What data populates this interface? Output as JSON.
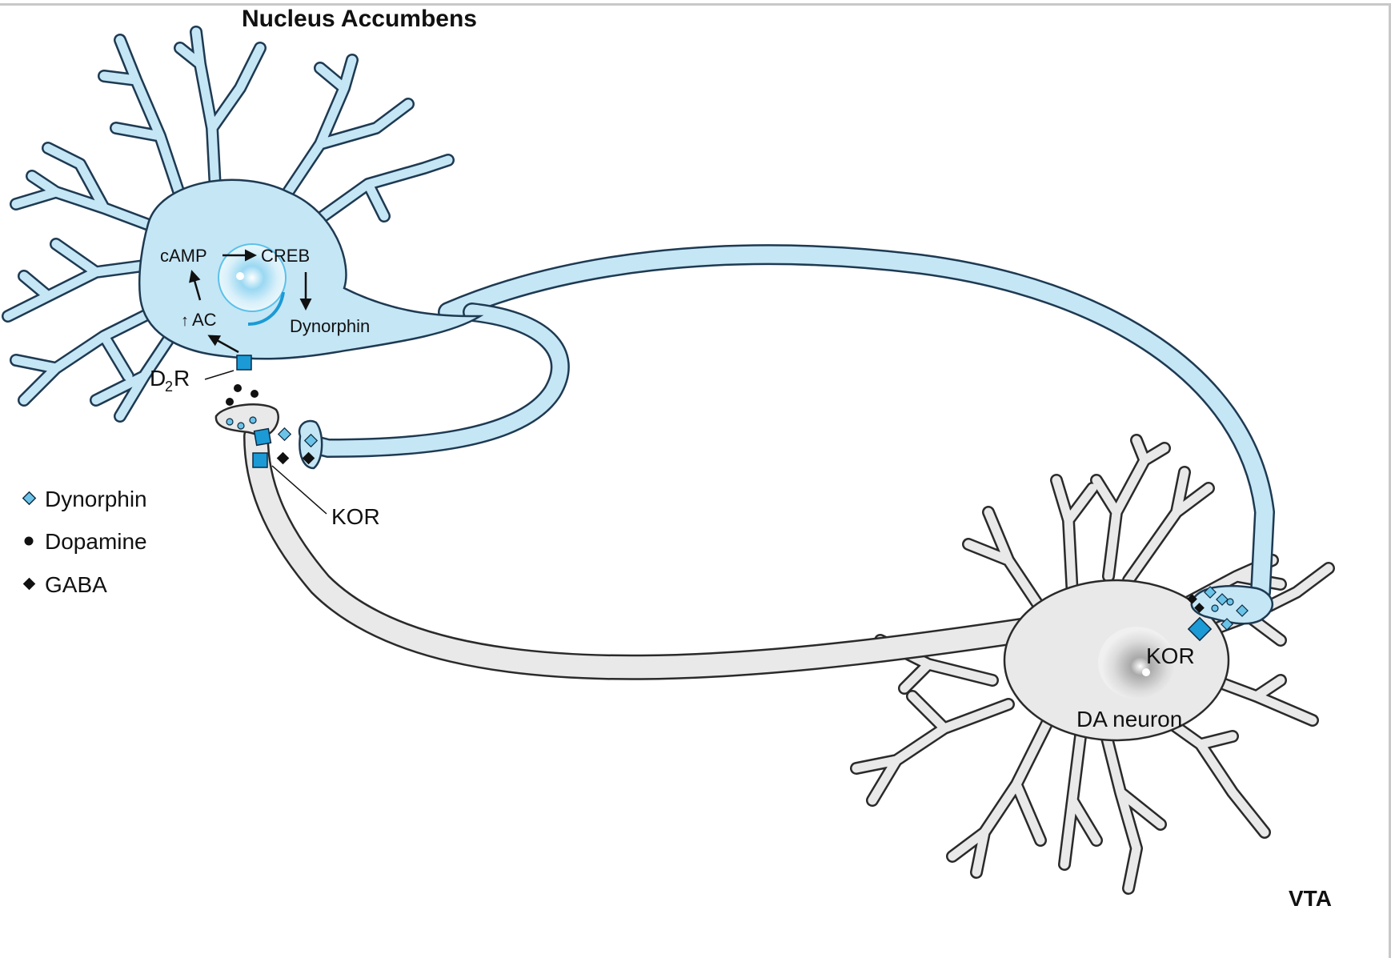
{
  "diagram": {
    "regions": {
      "nucleus_accumbens": "Nucleus Accumbens",
      "vta": "VTA"
    },
    "nac_cell": {
      "camp": "cAMP",
      "creb": "CREB",
      "ac": "AC",
      "ac_up_arrow": "↑",
      "dynorphin": "Dynorphin",
      "d2r_d": "D",
      "d2r_sub": "2",
      "d2r_r": "R"
    },
    "terminal_labels": {
      "kor_nac": "KOR",
      "kor_vta": "KOR"
    },
    "da_cell": {
      "label": "DA neuron"
    },
    "legend": [
      {
        "symbol": "dynorphin",
        "label": "Dynorphin"
      },
      {
        "symbol": "dopamine",
        "label": "Dopamine"
      },
      {
        "symbol": "gaba",
        "label": "GABA"
      }
    ],
    "colors": {
      "nac_fill": "#c5e6f5",
      "nac_outline": "#1e3a52",
      "da_fill": "#e9e9e9",
      "da_outline": "#2a2a2a",
      "receptor": "#1b9ad6",
      "dynorphin": "#6cc3e8",
      "nucleus": "#5bc1ea"
    }
  }
}
